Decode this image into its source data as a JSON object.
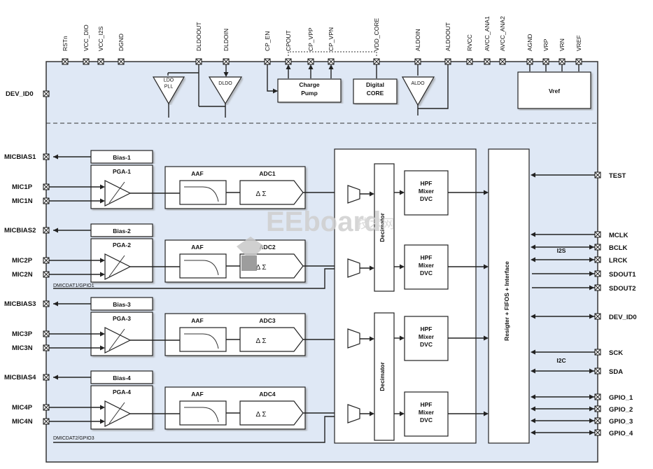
{
  "top_pins": [
    "RSTn",
    "VCC_DIO",
    "VCC_I2S",
    "DGND",
    "DLDOOUT",
    "DLDOIN",
    "CP_EN",
    "CPOUT",
    "CP_VPP",
    "CP_VPN",
    "VDD_CORE",
    "ALDOIN",
    "ALDOOUT",
    "RVCC",
    "AVCC_ANA1",
    "AVCC_ANA2",
    "AGND",
    "VRP",
    "VRN",
    "VREF"
  ],
  "power": {
    "ldo_pll": "LDO\nPLL",
    "dldo": "DLDO",
    "charge_pump": "Charge\nPump",
    "digital_core": "Digital\nCORE",
    "aldo": "ALDO",
    "vref": "Vref"
  },
  "dev_id0_left": "DEV_ID0",
  "channels": [
    {
      "bias_pin": "MICBIAS1",
      "bias": "Bias-1",
      "pga": "PGA-1",
      "p": "MIC1P",
      "n": "MIC1N",
      "aaf": "AAF",
      "adc": "ADC1",
      "sd": "Δ Σ"
    },
    {
      "bias_pin": "MICBIAS2",
      "bias": "Bias-2",
      "pga": "PGA-2",
      "p": "MIC2P",
      "n": "MIC2N",
      "aaf": "AAF",
      "adc": "ADC2",
      "sd": "Δ Σ"
    },
    {
      "bias_pin": "MICBIAS3",
      "bias": "Bias-3",
      "pga": "PGA-3",
      "p": "MIC3P",
      "n": "MIC3N",
      "aaf": "AAF",
      "adc": "ADC3",
      "sd": "Δ Σ"
    },
    {
      "bias_pin": "MICBIAS4",
      "bias": "Bias-4",
      "pga": "PGA-4",
      "p": "MIC4P",
      "n": "MIC4N",
      "aaf": "AAF",
      "adc": "ADC4",
      "sd": "Δ Σ"
    }
  ],
  "dmic1": "DMICDAT1/GPIO1",
  "dmic2": "DMICDAT2/GPIO3",
  "decimator": "Decimator",
  "hpf": "HPF\nMixer\nDVC",
  "interface": "Resigter  +  FIFOS  +  Interface",
  "right_pins": [
    "TEST",
    "MCLK",
    "BCLK",
    "LRCK",
    "SDOUT1",
    "SDOUT2",
    "DEV_ID0",
    "SCK",
    "SDA",
    "GPIO_1",
    "GPIO_2",
    "GPIO_3",
    "GPIO_4"
  ],
  "bus_i2s": "I2S",
  "bus_i2c": "I2C",
  "watermark": "EEboard",
  "watermark_cn": "技术网"
}
